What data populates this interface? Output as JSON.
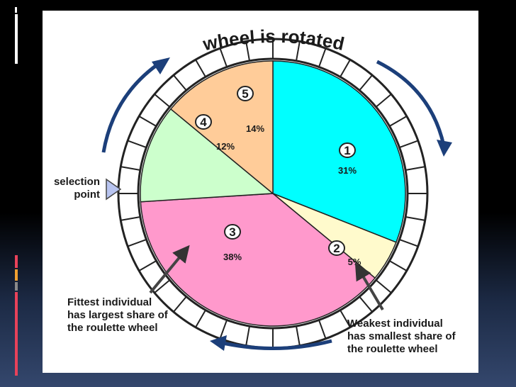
{
  "title": "wheel is rotated",
  "selection_label": [
    "selection",
    "point"
  ],
  "segments": [
    {
      "id": "1",
      "percent": 31,
      "label": "31%",
      "color": "#00ffff"
    },
    {
      "id": "2",
      "percent": 5,
      "label": "5%",
      "color": "#fffacc"
    },
    {
      "id": "3",
      "percent": 38,
      "label": "38%",
      "color": "#ff99cc"
    },
    {
      "id": "4",
      "percent": 12,
      "label": "12%",
      "color": "#ccffcc"
    },
    {
      "id": "5",
      "percent": 14,
      "label": "14%",
      "color": "#ffcc99"
    }
  ],
  "callouts": {
    "fittest": [
      "Fittest individual",
      "has largest share of",
      "the roulette wheel"
    ],
    "weakest": [
      "Weakest individual",
      "has smallest share of",
      "the roulette wheel"
    ]
  },
  "colors": {
    "arrow": "#1c3f7a",
    "pointer": "#b8c4f0",
    "ring": "#ffffff",
    "stroke": "#222222"
  }
}
